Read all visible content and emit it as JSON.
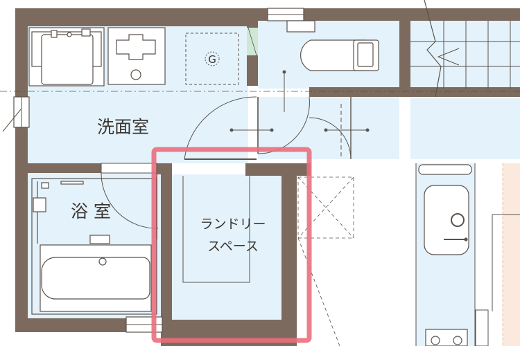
{
  "rooms": {
    "washroom": "洗面室",
    "bathroom": "浴 室",
    "laundry_line1": "ランドリー",
    "laundry_line2": "スペース"
  },
  "fixtures": {
    "gas_symbol": "G"
  },
  "colors": {
    "wall": "#7b6a5d",
    "room_fill": "#e4f2fb",
    "outside": "#ffffff",
    "line": "#5a524c",
    "highlight": "#ea6f7d",
    "door_green": "#cfe8d6"
  },
  "icons": {
    "sink": "sink-icon",
    "washing_machine": "washing-machine-icon",
    "toilet": "toilet-icon",
    "bathtub": "bathtub-icon",
    "kitchen_sink": "kitchen-sink-icon",
    "stove": "stove-icon",
    "stairs": "stairs-icon"
  }
}
